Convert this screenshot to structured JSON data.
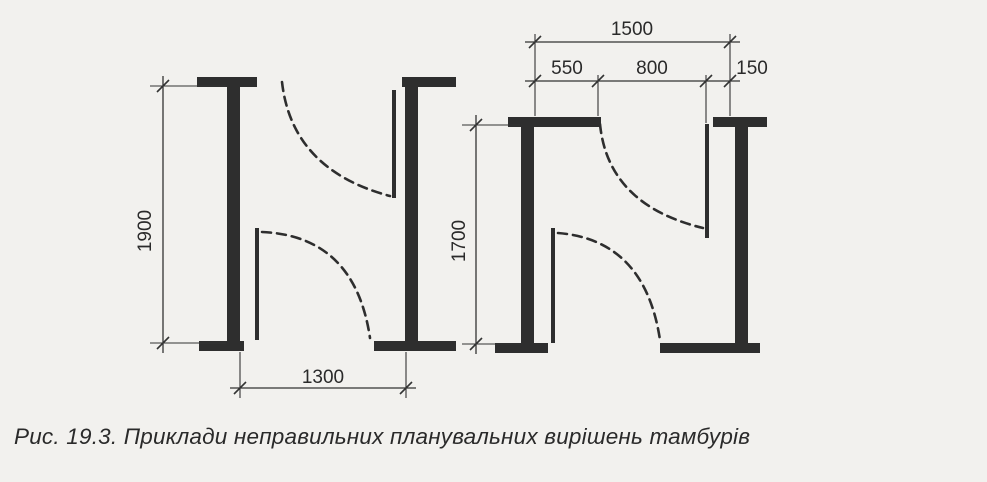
{
  "caption": "Рис. 19.3. Приклади неправильних планувальних вирішень тамбурів",
  "left_plan": {
    "height_dim": "1900",
    "width_dim": "1300"
  },
  "right_plan": {
    "height_dim": "1700",
    "total_dim": "1500",
    "segment_dims": [
      "550",
      "800",
      "150"
    ]
  },
  "colors": {
    "wall": "#2e2e2e",
    "background": "#f2f1ee"
  }
}
